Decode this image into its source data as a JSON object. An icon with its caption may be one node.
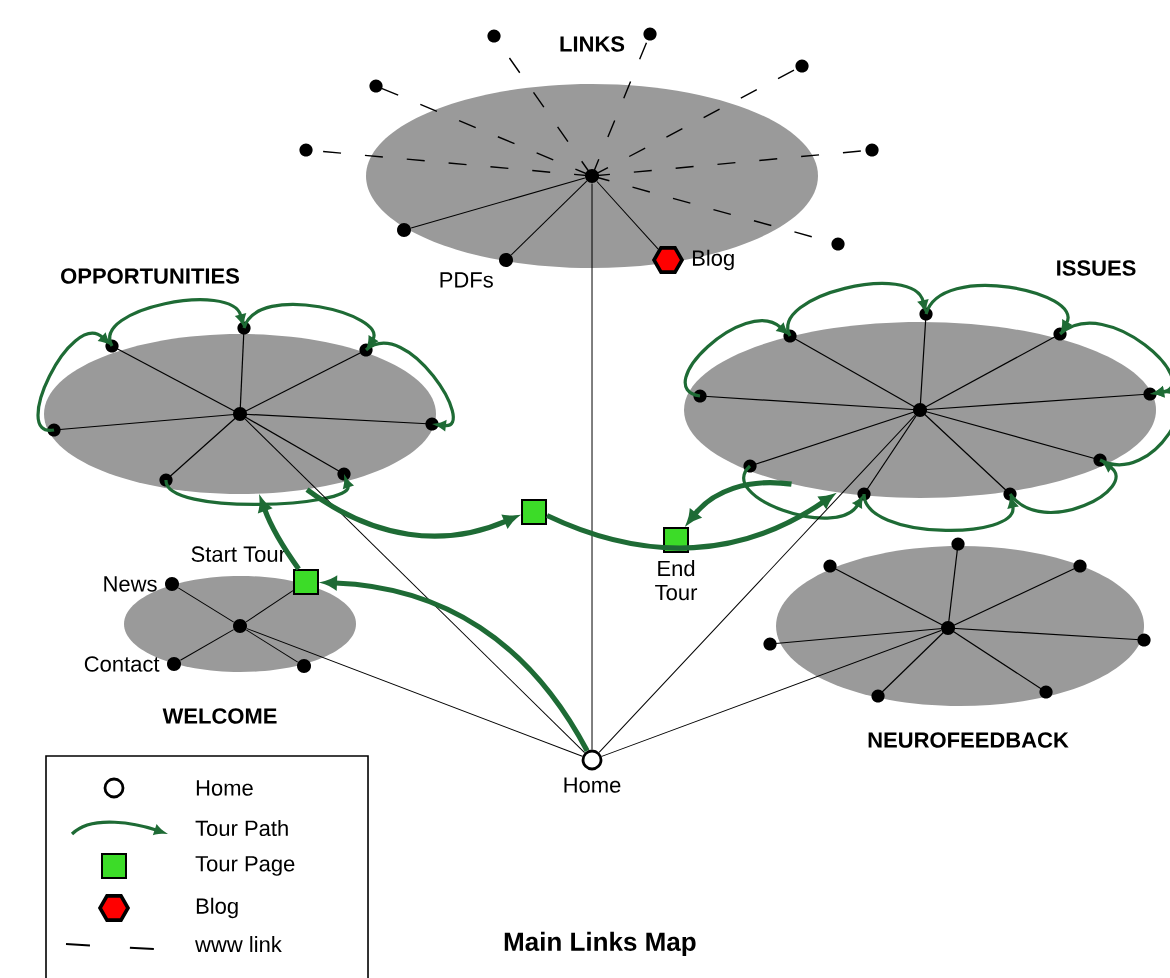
{
  "diagram": {
    "title": "Main Links Map",
    "nodes": [
      {
        "text": [
          "LINKS"
        ]
      },
      {
        "text": [],
        "shape": "circle",
        "in": 0
      },
      {
        "text": [],
        "shape": "circle",
        "in": 0
      },
      {
        "text": [
          "PDFs"
        ],
        "in": 0
      },
      {
        "text": [
          "Blog"
        ],
        "in": 0
      },
      {
        "text": [
          "OPPORTUNITIES"
        ]
      },
      {
        "text": [],
        "shape": "circle",
        "in": 5
      },
      {
        "text": [
          "ISSUES"
        ]
      },
      {
        "text": [],
        "shape": "circle",
        "in": 7
      },
      {
        "text": [],
        "shape": "box"
      },
      {
        "text": [
          "Start Tour"
        ]
      },
      {
        "text": [
          "End Tour"
        ]
      },
      {
        "text": [
          "WELCOME"
        ]
      },
      {
        "text": [
          "News"
        ],
        "in": 12
      },
      {
        "text": [],
        "shape": "circle",
        "in": 12
      },
      {
        "text": [
          "Contact"
        ],
        "in": 12
      },
      {
        "text": [
          "NEUROFEEDBACK"
        ]
      },
      {
        "text": [],
        "shape": "circle",
        "in": 16
      },
      {
        "text": [
          "Home"
        ]
      },
      {
        "text": [],
        "shape": "circle",
        "in": 12
      }
    ],
    "edges": [
      {
        "from": 1,
        "to": 2,
        "arrow": "none"
      },
      {
        "from": 1,
        "to": 3,
        "arrow": "none"
      },
      {
        "from": 1,
        "to": 4,
        "arrow": "none"
      },
      {
        "from": 18,
        "to": 1,
        "arrow": "none"
      },
      {
        "from": 18,
        "to": 6,
        "arrow": "none"
      },
      {
        "from": 18,
        "to": 8,
        "arrow": "none"
      },
      {
        "from": 18,
        "to": 14,
        "arrow": "none"
      },
      {
        "from": 18,
        "to": 17,
        "arrow": "none"
      },
      {
        "from": 14,
        "to": 13,
        "arrow": "none"
      },
      {
        "from": 14,
        "to": 15,
        "arrow": "none"
      },
      {
        "from": 14,
        "to": 10,
        "arrow": "none"
      },
      {
        "from": 18,
        "to": 10,
        "arrow": "to",
        "style": "thick",
        "color": "#1e6b35"
      },
      {
        "from": 10,
        "to": 5,
        "arrow": "to",
        "style": "thick",
        "color": "#1e6b35"
      },
      {
        "from": 5,
        "to": 9,
        "arrow": "to",
        "style": "thick",
        "color": "#1e6b35"
      },
      {
        "from": 9,
        "to": 7,
        "arrow": "to",
        "style": "thick",
        "color": "#1e6b35"
      },
      {
        "from": 7,
        "to": 11,
        "arrow": "to",
        "style": "thick",
        "color": "#1e6b35"
      },
      {
        "from": 14,
        "to": 19,
        "arrow": "none"
      }
    ],
    "legend": [
      {
        "text": "Home"
      },
      {
        "text": "Tour Path"
      },
      {
        "text": "Tour Page"
      },
      {
        "text": "Blog"
      },
      {
        "text": "www link"
      }
    ]
  }
}
